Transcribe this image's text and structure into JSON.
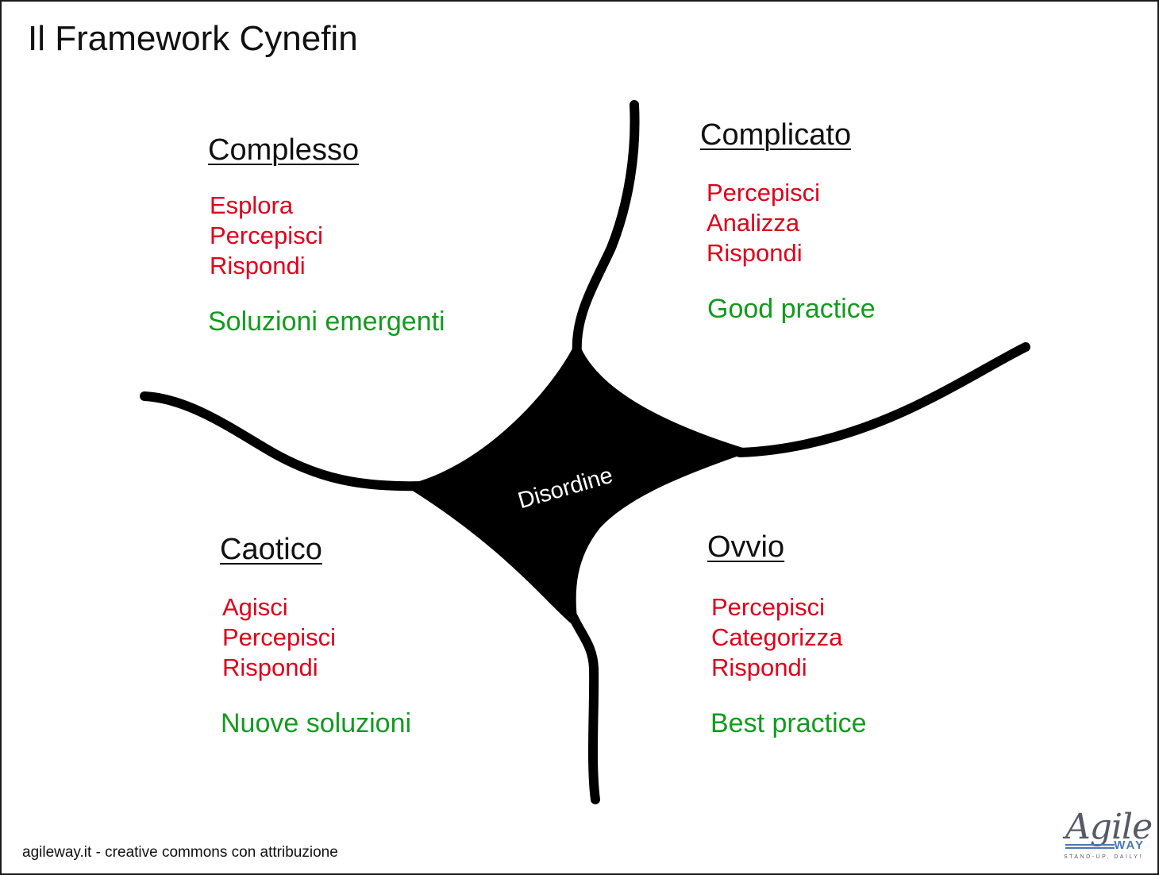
{
  "title": "Il Framework Cynefin",
  "center_label": "Disordine",
  "domains": [
    {
      "id": "complesso",
      "name": "Complesso",
      "steps": [
        "Esplora",
        "Percepisci",
        "Rispondi"
      ],
      "practice": "Soluzioni emergenti"
    },
    {
      "id": "complicato",
      "name": "Complicato",
      "steps": [
        "Percepisci",
        "Analizza",
        "Rispondi"
      ],
      "practice": "Good practice"
    },
    {
      "id": "caotico",
      "name": "Caotico",
      "steps": [
        "Agisci",
        "Percepisci",
        "Rispondi"
      ],
      "practice": "Nuove soluzioni"
    },
    {
      "id": "ovvio",
      "name": "Ovvio",
      "steps": [
        "Percepisci",
        "Categorizza",
        "Rispondi"
      ],
      "practice": "Best practice"
    }
  ],
  "footer": "agileway.it - creative commons con attribuzione",
  "logo": {
    "word": "Agile",
    "word2": "WAY",
    "tagline": "STAND-UP, DAILY!"
  },
  "colors": {
    "steps": "#e0001b",
    "practice": "#129b1e",
    "ink": "#000000",
    "center_text": "#ffffff"
  }
}
